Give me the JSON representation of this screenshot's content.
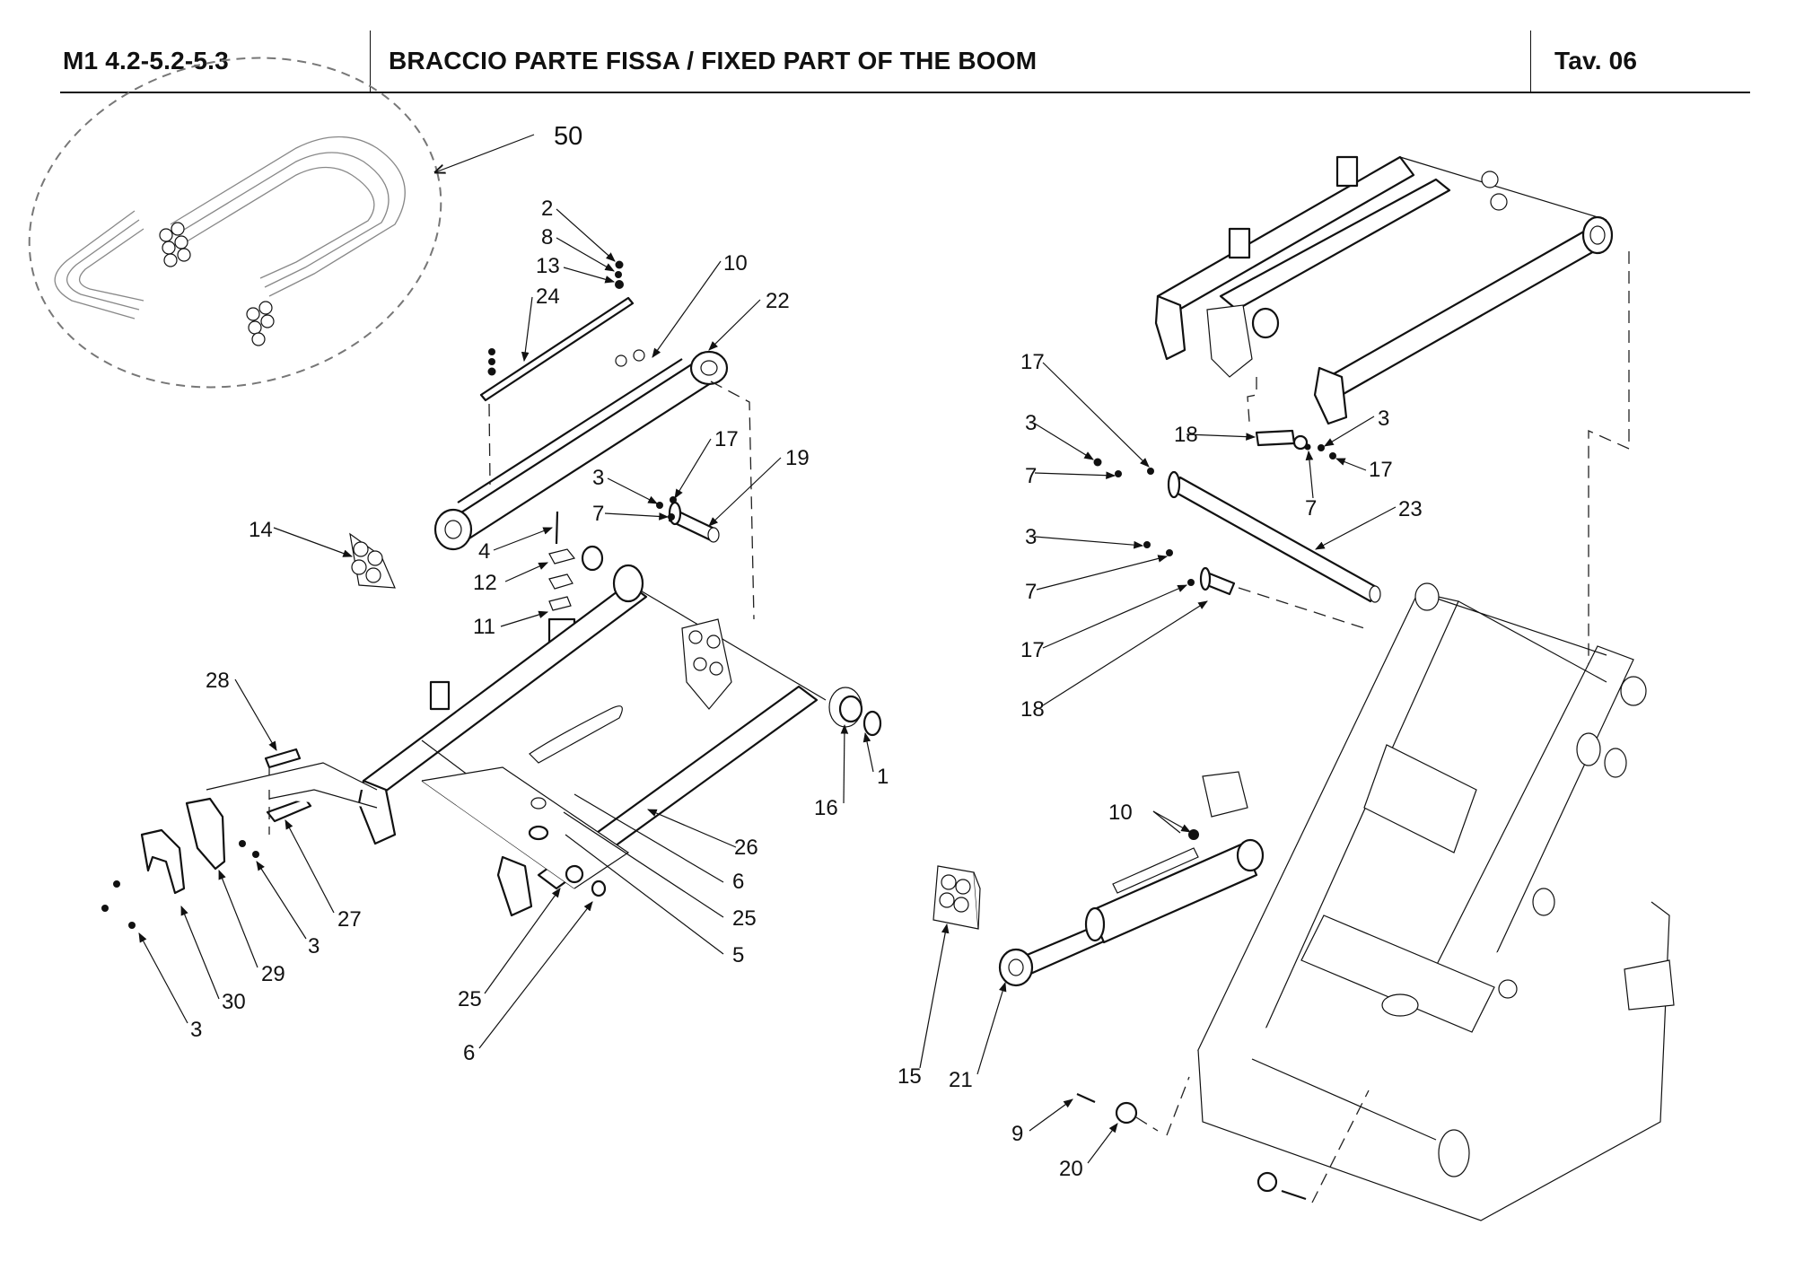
{
  "header": {
    "model": "M1 4.2-5.2-5.3",
    "title": "BRACCIO PARTE FISSA / FIXED PART OF THE BOOM",
    "table": "Tav.  06"
  },
  "callouts": {
    "c50": "50",
    "c2": "2",
    "c8": "8",
    "c13": "13",
    "c24": "24",
    "c10a": "10",
    "c22": "22",
    "c17a": "17",
    "c19": "19",
    "c3a": "3",
    "c7a": "7",
    "c14": "14",
    "c4": "4",
    "c12": "12",
    "c11": "11",
    "c28": "28",
    "c16": "16",
    "c1": "1",
    "c26": "26",
    "c6a": "6",
    "c25a": "25",
    "c5": "5",
    "c27": "27",
    "c3b": "3",
    "c29": "29",
    "c30": "30",
    "c3c": "3",
    "c25b": "25",
    "c6b": "6",
    "c17b": "17",
    "c3d": "3",
    "c7b": "7",
    "c18a": "18",
    "c3e": "3",
    "c17c": "17",
    "c7c": "7",
    "c23": "23",
    "c3f": "3",
    "c7d": "7",
    "c17d": "17",
    "c18b": "18",
    "c10b": "10",
    "c15": "15",
    "c21": "21",
    "c9": "9",
    "c20": "20"
  }
}
